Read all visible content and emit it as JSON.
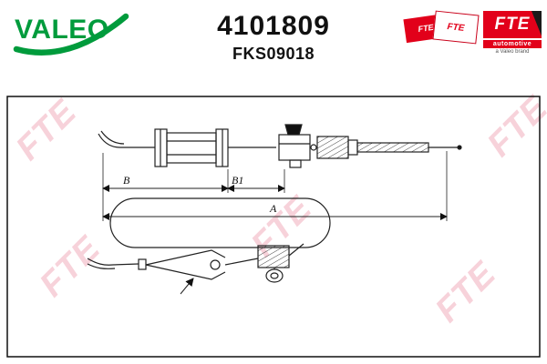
{
  "header": {
    "brand": "VALEO",
    "part_number": "4101809",
    "reference": "FKS09018",
    "fte": {
      "name": "FTE",
      "subtitle": "automotive",
      "tagline": "a Valeo brand"
    }
  },
  "drawing": {
    "watermark": "FTE",
    "dimensions": {
      "b": "B",
      "b1": "B1",
      "a": "A"
    }
  },
  "colors": {
    "valeo_green": "#009B3C",
    "fte_red": "#E2001A",
    "watermark_pink": "#F2AEBD",
    "line_black": "#111111"
  }
}
